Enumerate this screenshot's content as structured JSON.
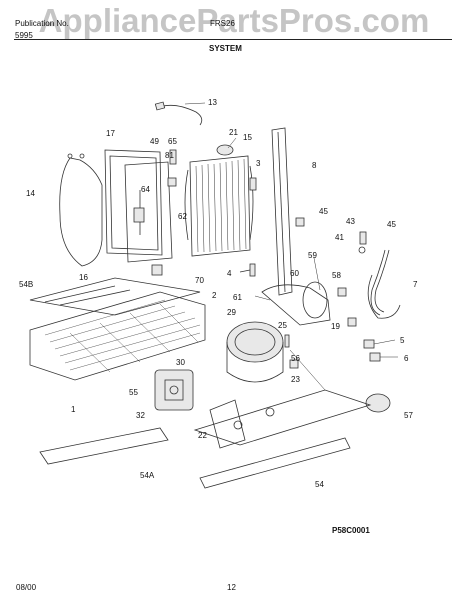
{
  "header": {
    "publication_label": "Publication No.",
    "publication_number": "5995",
    "model": "FRS26",
    "section_title": "SYSTEM"
  },
  "watermark": "AppliancePartsPros.com",
  "footer": {
    "date": "08/00",
    "page": "12"
  },
  "figure_code": "P58C0001",
  "callouts": {
    "c13": "13",
    "c17": "17",
    "c49": "49",
    "c65": "65",
    "c21": "21",
    "c15": "15",
    "c81": "81",
    "c3": "3",
    "c8": "8",
    "c14": "14",
    "c64": "64",
    "c62": "62",
    "c45a": "45",
    "c43": "43",
    "c45b": "45",
    "c41": "41",
    "c59": "59",
    "c54b": "54B",
    "c16": "16",
    "c70": "70",
    "c4": "4",
    "c60": "60",
    "c58": "58",
    "c7": "7",
    "c2": "2",
    "c61": "61",
    "c29": "29",
    "c25": "25",
    "c19": "19",
    "c5": "5",
    "c56": "56",
    "c6": "6",
    "c30": "30",
    "c23": "23",
    "c55": "55",
    "c1": "1",
    "c32": "32",
    "c57": "57",
    "c22": "22",
    "c54a": "54A",
    "c54": "54"
  }
}
